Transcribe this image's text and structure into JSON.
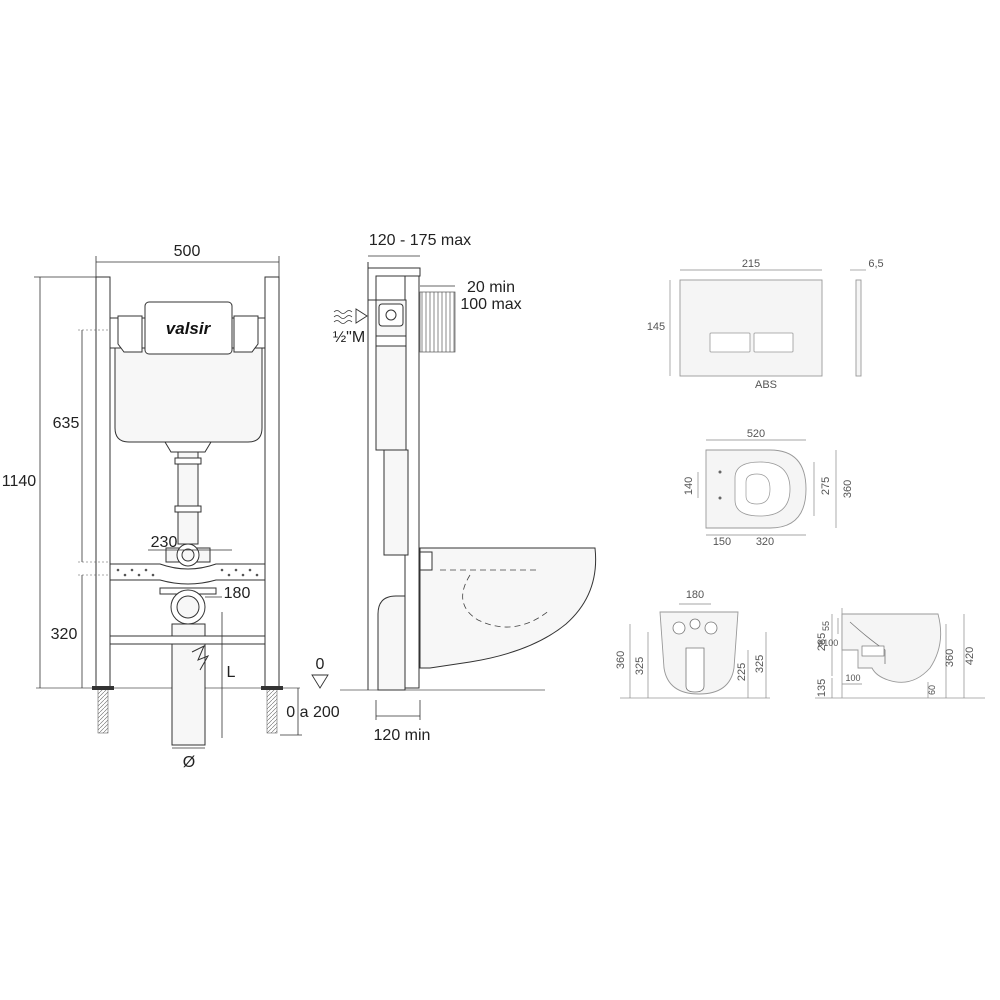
{
  "brand": "valsir",
  "frame": {
    "width": "500",
    "height": "1140",
    "h_upper": "635",
    "h_lower": "320",
    "pipe_spacing": "230",
    "trap_offset": "180",
    "outlet_length": "L",
    "outlet_diameter": "Ø",
    "zero": "0",
    "adjust": "0 a 200"
  },
  "side": {
    "depth": "120 - 175 max",
    "gap_min": "20 min",
    "gap_max": "100 max",
    "inlet": "½\"M",
    "min_depth": "120 min"
  },
  "plate": {
    "width": "215",
    "thickness": "6,5",
    "height": "145",
    "material": "ABS"
  },
  "bowl_top": {
    "length": "520",
    "hole_spacing": "140",
    "w1": "275",
    "w2": "360",
    "d1": "150",
    "d2": "320"
  },
  "bowl_front": {
    "spacing": "180",
    "h1": "360",
    "h2": "325",
    "h3": "225",
    "h4": "325"
  },
  "bowl_side": {
    "h1": "285",
    "h2": "55",
    "dia": "ø100",
    "w": "100",
    "h3": "360",
    "h4": "420",
    "h5": "135",
    "h6": "60"
  }
}
